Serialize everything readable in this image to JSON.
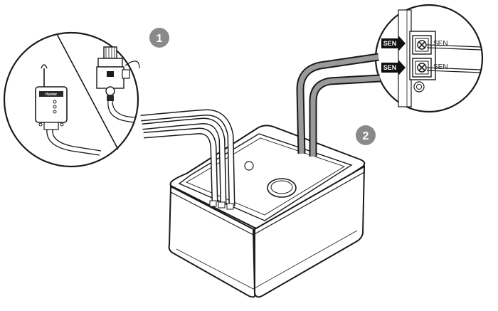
{
  "steps": [
    {
      "number": "1"
    },
    {
      "number": "2"
    }
  ],
  "terminals": {
    "tag_top": "SEN",
    "tag_bottom": "SEN",
    "label_top": "SEN",
    "label_bottom": "SEN"
  },
  "colors": {
    "line": "#1a1a1a",
    "badge": "#8a8a8a",
    "tag": "#111111",
    "wire_fill": "#9a9a9a"
  }
}
